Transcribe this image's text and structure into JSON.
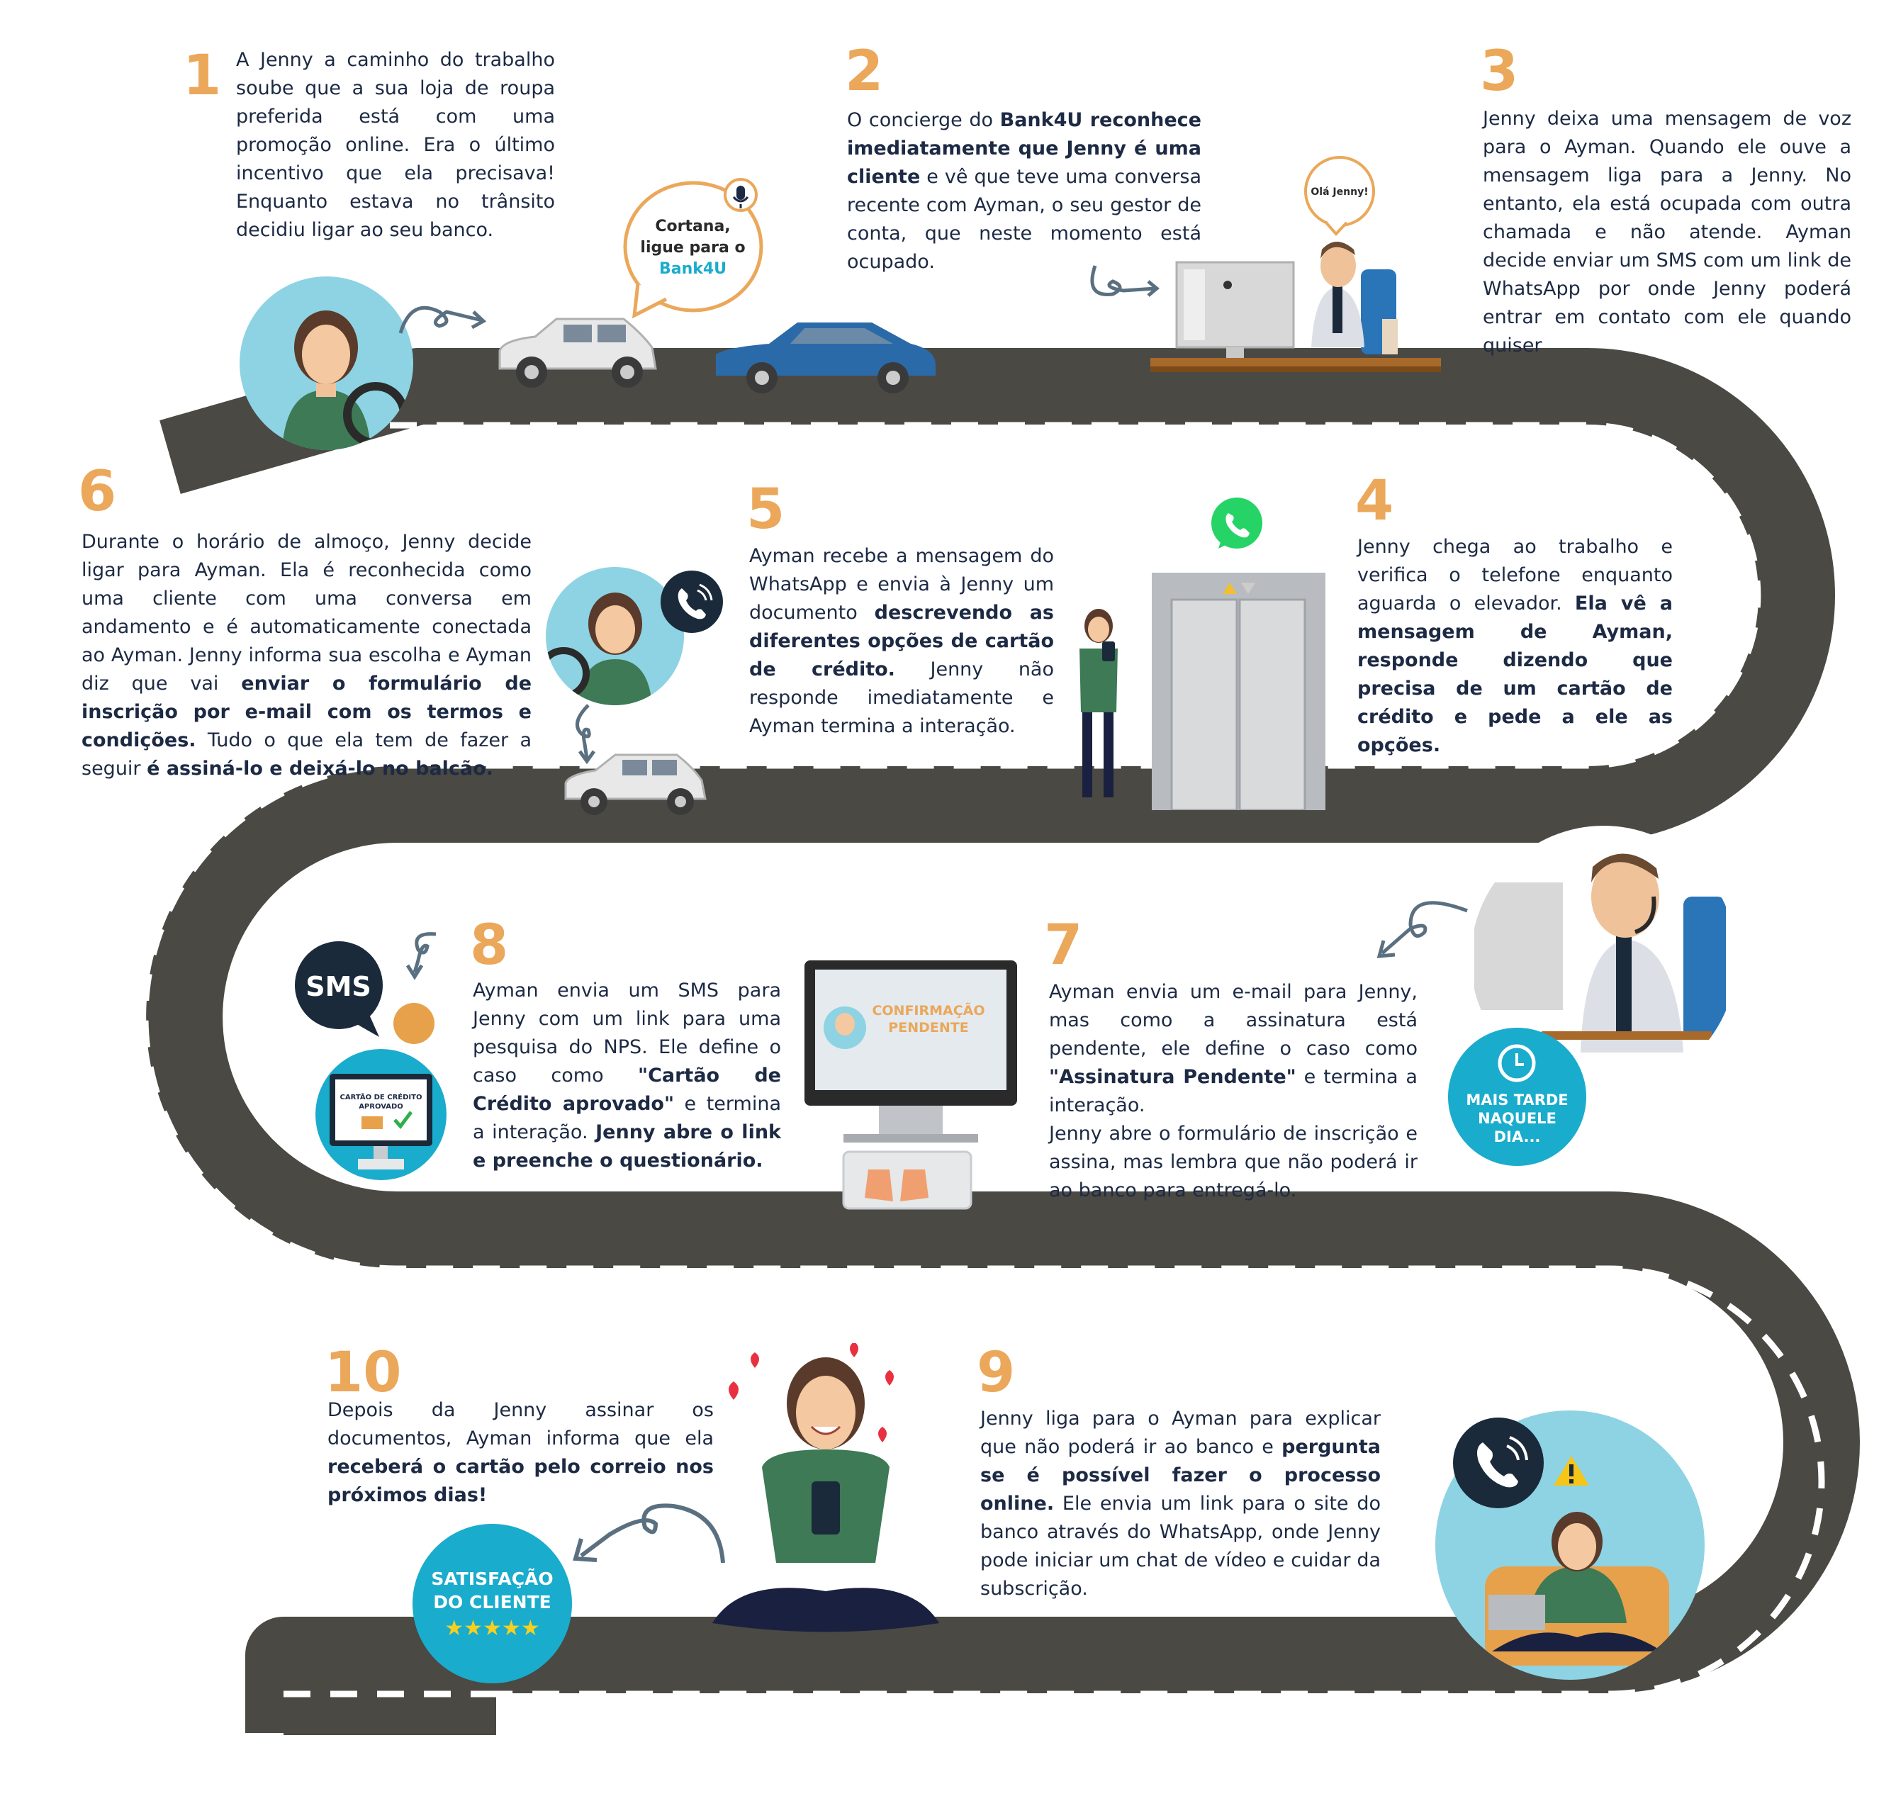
{
  "colors": {
    "road": "#4a4943",
    "dash": "#ffffff",
    "number": "#eba75a",
    "text": "#1d2a44",
    "teal": "#1aaccc",
    "cyan": "#8dd3e3",
    "orange": "#e6a14a",
    "dark": "#1a2a3a",
    "green": "#25d366"
  },
  "steps": {
    "s1": {
      "num": "1",
      "text": "A Jenny a caminho do trabalho soube que a sua loja de roupa preferida está com uma promoção online. Era o último incentivo que ela precisava! Enquanto estava no trânsito decidiu ligar ao seu banco."
    },
    "s2": {
      "num": "2",
      "t1": "O concierge do ",
      "b1": "Bank4U reconhece imediatamente que Jenny é uma cliente",
      "t2": " e vê que teve uma conversa recente com Ayman, o seu gestor de conta, que neste momento está ocupado."
    },
    "s3": {
      "num": "3",
      "text": "Jenny deixa uma mensagem de voz para o Ayman. Quando ele ouve a mensagem liga para a Jenny. No entanto, ela está ocupada com outra chamada e não atende. Ayman decide enviar um SMS com um link de WhatsApp por onde Jenny poderá entrar em contato com ele quando quiser"
    },
    "s4": {
      "num": "4",
      "t1": "Jenny chega ao trabalho e verifica o telefone enquanto aguarda o elevador. ",
      "b1": "Ela vê a mensagem de Ayman, responde dizendo que precisa de um cartão de crédito e pede a ele as opções."
    },
    "s5": {
      "num": "5",
      "t1": "Ayman recebe a mensagem do WhatsApp e envia à Jenny um documento ",
      "b1": "descrevendo as diferentes opções de cartão de crédito.",
      "t2": " Jenny não responde imediatamente e Ayman termina a interação."
    },
    "s6": {
      "num": "6",
      "t1": "Durante o horário de almoço, Jenny decide ligar para Ayman. Ela é reconhecida como uma cliente com uma conversa em andamento e é automaticamente conectada ao Ayman. Jenny informa sua escolha e Ayman diz que vai ",
      "b1": "enviar o formulário de inscrição por e-mail com os termos e condições.",
      "t2": " Tudo o que ela tem de fazer a seguir ",
      "b2": "é assiná-lo e deixá-lo no balcão."
    },
    "s7": {
      "num": "7",
      "t1": "Ayman envia um e-mail para Jenny, mas como a assinatura está pendente, ele define o caso como ",
      "b1": "\"Assinatura Pendente\"",
      "t2": " e termina a interação.",
      "t3": "Jenny abre o formulário de inscrição e assina, mas lembra que não poderá ir ao banco para entregá-lo."
    },
    "s8": {
      "num": "8",
      "t1": "Ayman envia um SMS para Jenny com um link para uma pesquisa do NPS. Ele define o caso como ",
      "b1": "\"Cartão de Crédito aprovado\"",
      "t2": " e termina a interação. ",
      "b2": "Jenny abre o link e preenche o questionário."
    },
    "s9": {
      "num": "9",
      "t1": "Jenny liga para o Ayman para explicar que não poderá ir ao banco e ",
      "b1": "pergunta se é possível fazer o processo online.",
      "t2": " Ele envia um link para o site do banco através do WhatsApp, onde Jenny pode iniciar um chat de vídeo e cuidar da subscrição."
    },
    "s10": {
      "num": "10",
      "t1": "Depois da Jenny assinar os documentos, Ayman informa que ela ",
      "b1": "receberá o cartão pelo correio nos próximos dias!"
    }
  },
  "labels": {
    "cortana_line1": "Cortana,",
    "cortana_line2": "ligue para o",
    "cortana_brand": "Bank4U",
    "ola": "Olá Jenny!",
    "sms": "SMS",
    "card_approved_1": "CARTÃO DE CRÉDITO",
    "card_approved_2": "APROVADO",
    "confirm_1": "CONFIRMAÇÃO",
    "confirm_2": "PENDENTE",
    "later_1": "MAIS TARDE",
    "later_2": "NAQUELE",
    "later_3": "DIA...",
    "satisf_1": "SATISFAÇÃO",
    "satisf_2": "DO CLIENTE",
    "stars": "★★★★★"
  }
}
